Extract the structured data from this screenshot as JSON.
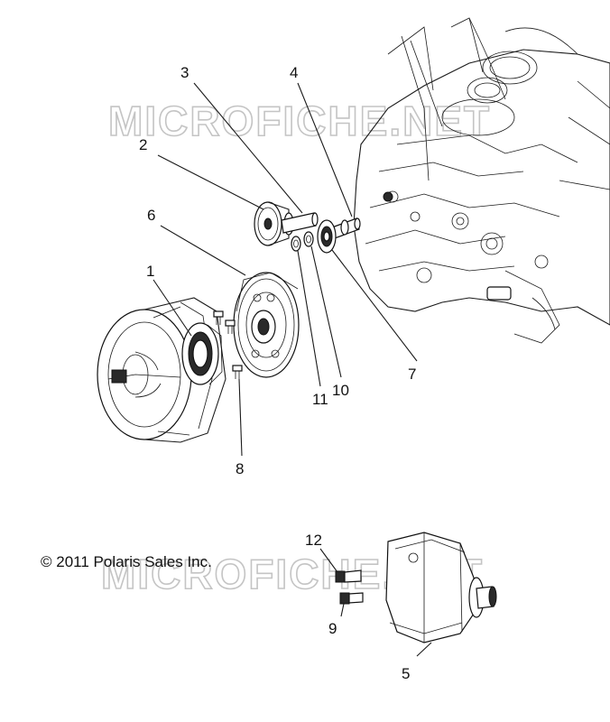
{
  "watermark": "MICROFICHE.NET",
  "copyright": "© 2011 Polaris Sales Inc.",
  "callouts": [
    {
      "id": "1",
      "label": "1"
    },
    {
      "id": "2",
      "label": "2"
    },
    {
      "id": "3",
      "label": "3"
    },
    {
      "id": "4",
      "label": "4"
    },
    {
      "id": "5",
      "label": "5"
    },
    {
      "id": "6",
      "label": "6"
    },
    {
      "id": "7",
      "label": "7"
    },
    {
      "id": "8",
      "label": "8"
    },
    {
      "id": "9",
      "label": "9"
    },
    {
      "id": "10",
      "label": "10"
    },
    {
      "id": "11",
      "label": "11"
    },
    {
      "id": "12",
      "label": "12"
    }
  ]
}
